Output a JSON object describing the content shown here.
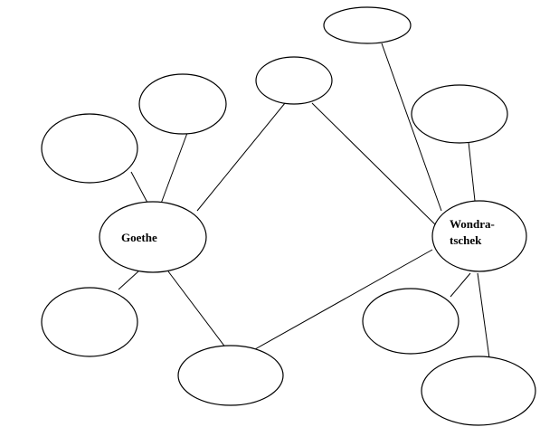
{
  "diagram": {
    "type": "mind-map",
    "nodes": {
      "goethe": {
        "label": "Goethe",
        "connections": [
          "goethe-top-left",
          "goethe-top",
          "center-top",
          "goethe-bottom-left",
          "bottom-center"
        ]
      },
      "wondratschek": {
        "label_line1": "Wondra-",
        "label_line2": "tschek",
        "connections": [
          "wondra-top",
          "wondra-upper-right",
          "center-top",
          "bottom-center",
          "wondra-lower-left",
          "wondra-bottom-right"
        ]
      }
    },
    "empty_nodes": [
      "goethe-top-left",
      "goethe-top",
      "goethe-bottom-left",
      "center-top",
      "bottom-center",
      "wondra-top",
      "wondra-upper-right",
      "wondra-lower-left",
      "wondra-bottom-right"
    ],
    "line_color": "#000000",
    "fill_color": "#ffffff"
  }
}
